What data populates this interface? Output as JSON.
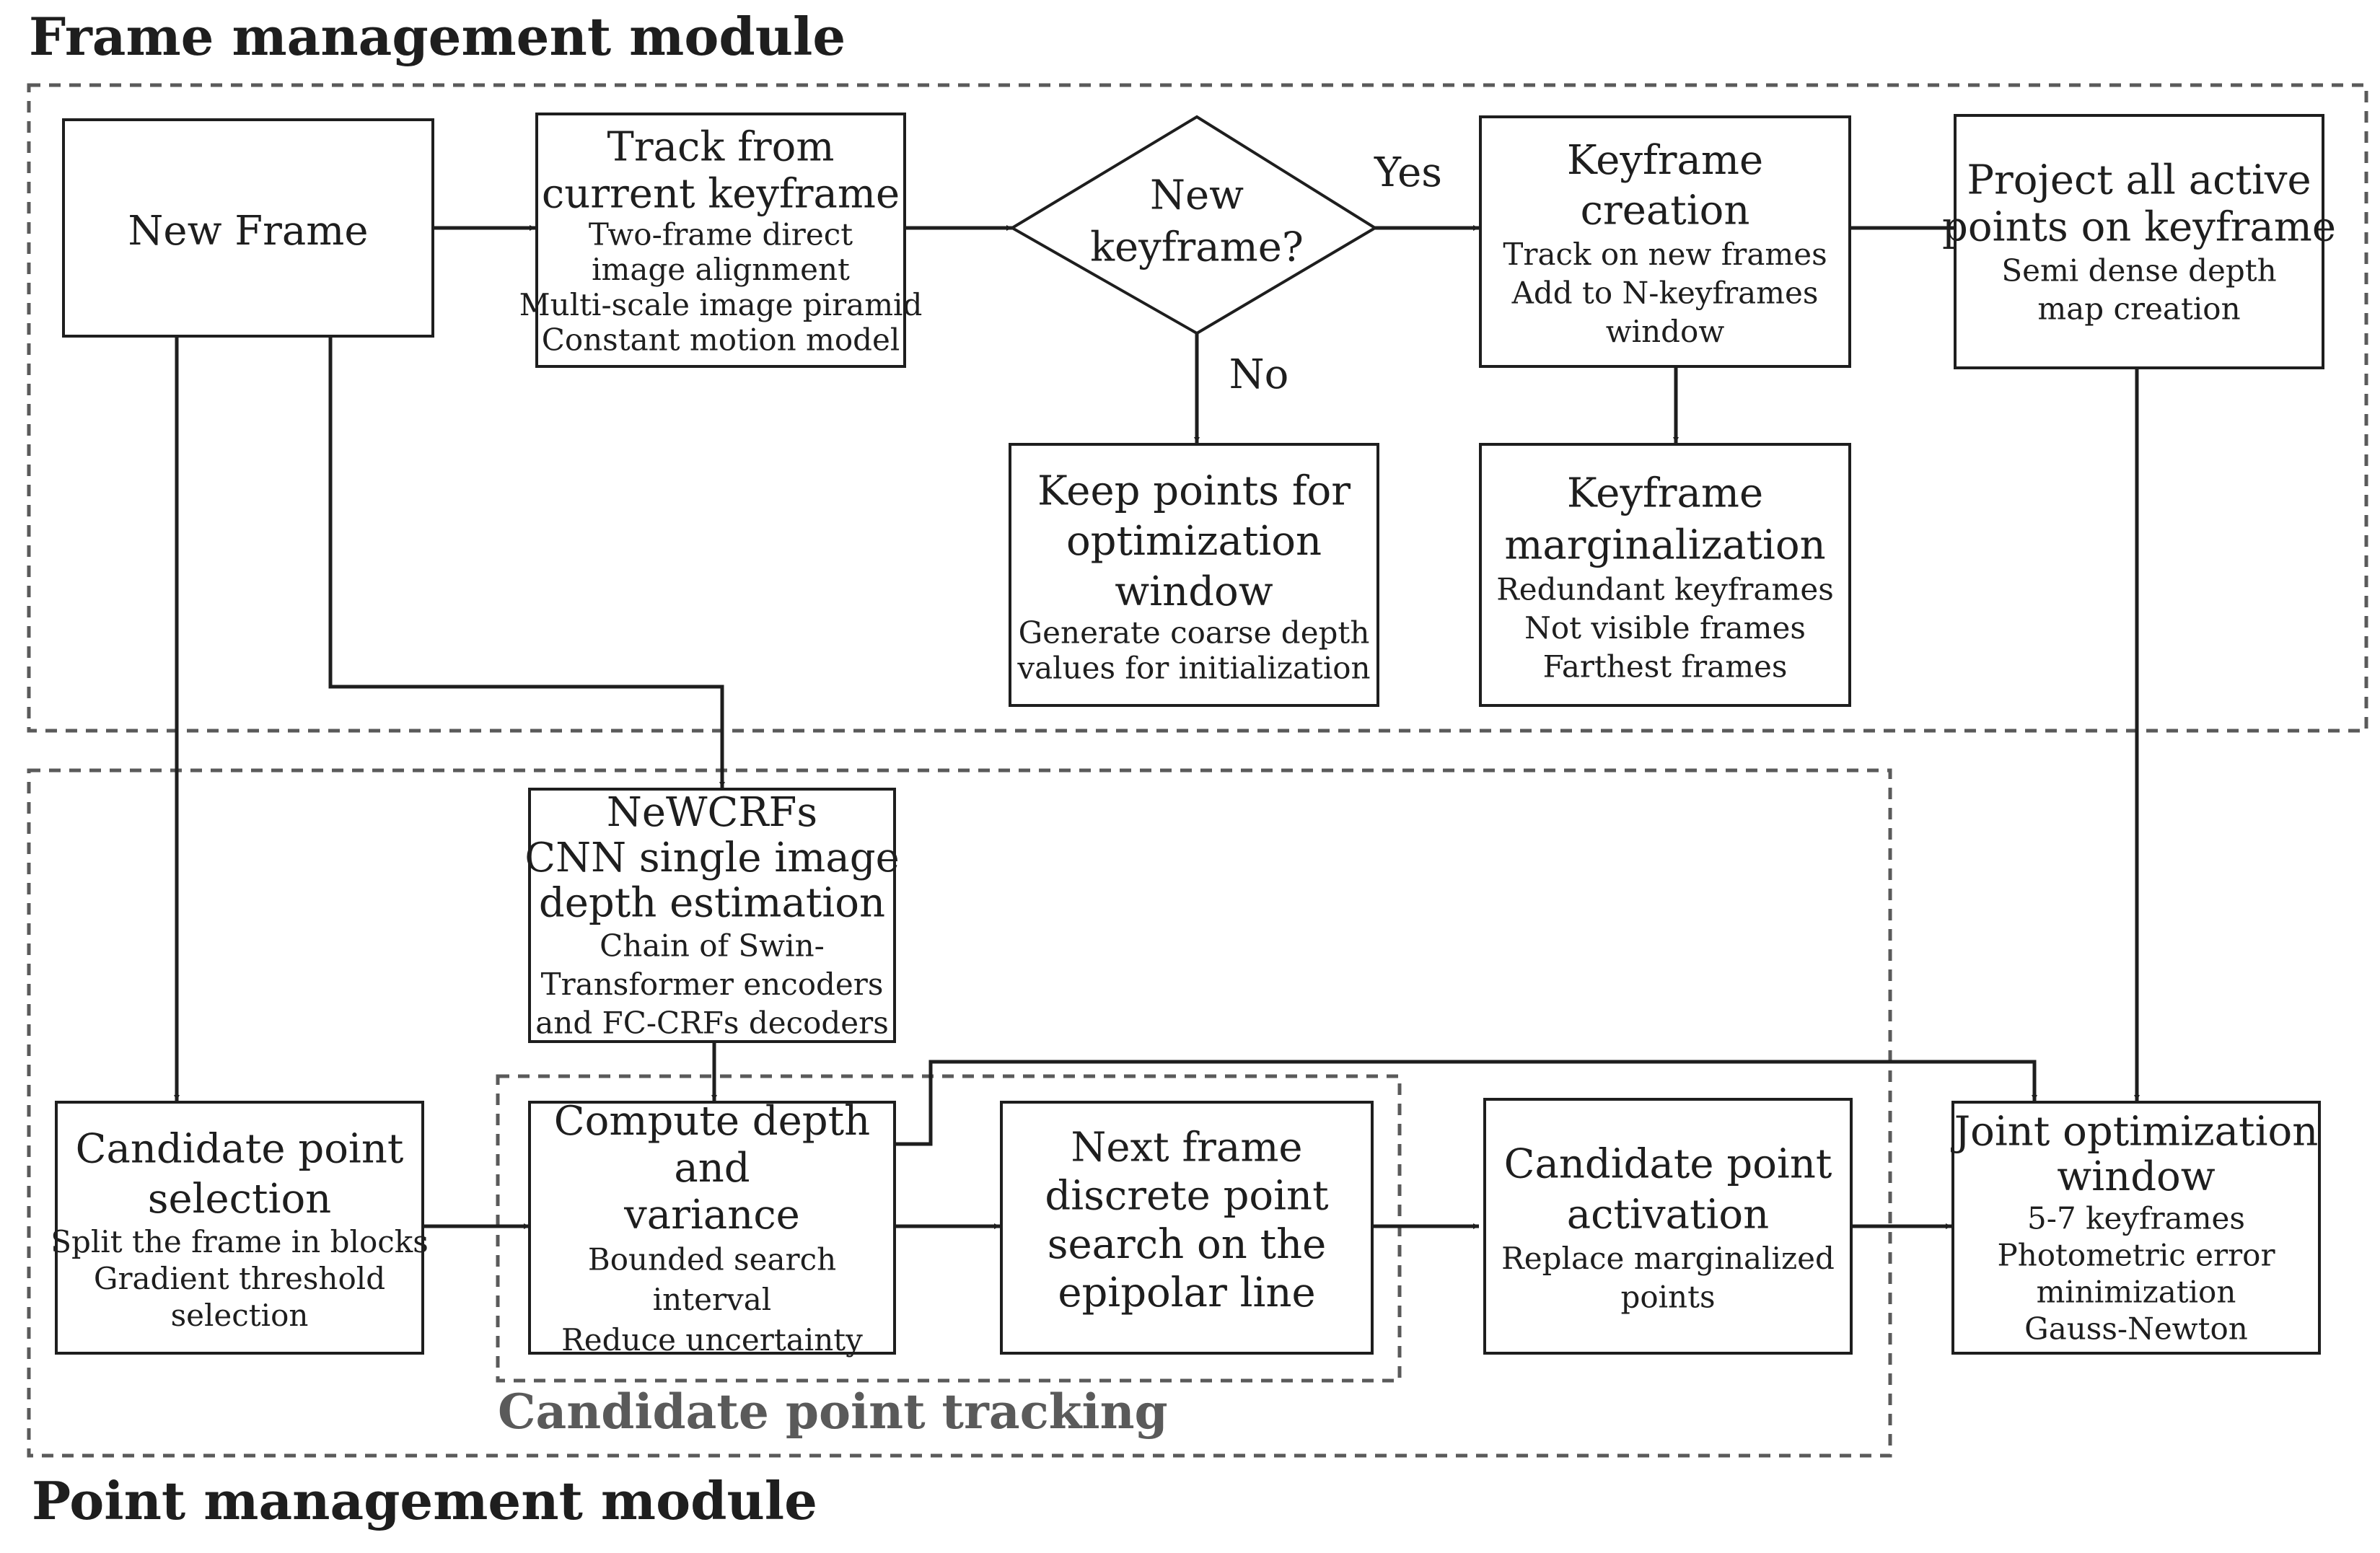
{
  "titles": {
    "frame_module": "Frame management module",
    "point_module": "Point management module",
    "tracking_group": "Candidate point tracking"
  },
  "nodes": {
    "new_frame": {
      "title": [
        "New Frame"
      ],
      "details": []
    },
    "track_keyframe": {
      "title": [
        "Track from",
        "current keyframe"
      ],
      "details": [
        "Two-frame direct",
        "image alignment",
        "Multi-scale image piramid",
        "Constant motion model"
      ]
    },
    "new_keyframe_decision": {
      "title": [
        "New",
        "keyframe?"
      ],
      "details": []
    },
    "keyframe_creation": {
      "title": [
        "Keyframe",
        "creation"
      ],
      "details": [
        "Track on new frames",
        "Add to N-keyframes",
        "window"
      ]
    },
    "project_points": {
      "title": [
        "Project all active",
        "points on keyframe"
      ],
      "details": [
        "Semi dense depth",
        "map creation"
      ]
    },
    "keep_points": {
      "title": [
        "Keep points for",
        "optimization",
        "window"
      ],
      "details": [
        "Generate coarse depth",
        "values for initialization"
      ]
    },
    "keyframe_marginalization": {
      "title": [
        "Keyframe",
        "marginalization"
      ],
      "details": [
        "Redundant keyframes",
        "Not visible frames",
        "Farthest frames"
      ]
    },
    "newcrfs": {
      "title": [
        "NeWCRFs",
        "CNN single image",
        "depth estimation"
      ],
      "details": [
        "Chain of  Swin-",
        "Transformer encoders",
        "and FC-CRFs decoders"
      ]
    },
    "candidate_selection": {
      "title": [
        "Candidate point",
        "selection"
      ],
      "details": [
        "Split the frame in blocks",
        "Gradient threshold",
        "selection"
      ]
    },
    "compute_depth": {
      "title": [
        "Compute depth",
        "and",
        "variance"
      ],
      "details": [
        "Bounded search",
        "interval",
        "Reduce uncertainty"
      ]
    },
    "next_frame_search": {
      "title": [
        "Next frame",
        "discrete point",
        "search on the",
        "epipolar line"
      ],
      "details": []
    },
    "candidate_activation": {
      "title": [
        "Candidate point",
        "activation"
      ],
      "details": [
        "Replace marginalized",
        "points"
      ]
    },
    "joint_optimization": {
      "title": [
        "Joint optimization",
        "window"
      ],
      "details": [
        "5-7 keyframes",
        "Photometric error",
        "minimization",
        "Gauss-Newton"
      ]
    }
  },
  "edge_labels": {
    "yes": "Yes",
    "no": "No"
  },
  "colors": {
    "line": "#1e1e1e",
    "dashed_border": "#5a5a5a",
    "group_title": "#5a5a5a",
    "background": "#ffffff"
  }
}
